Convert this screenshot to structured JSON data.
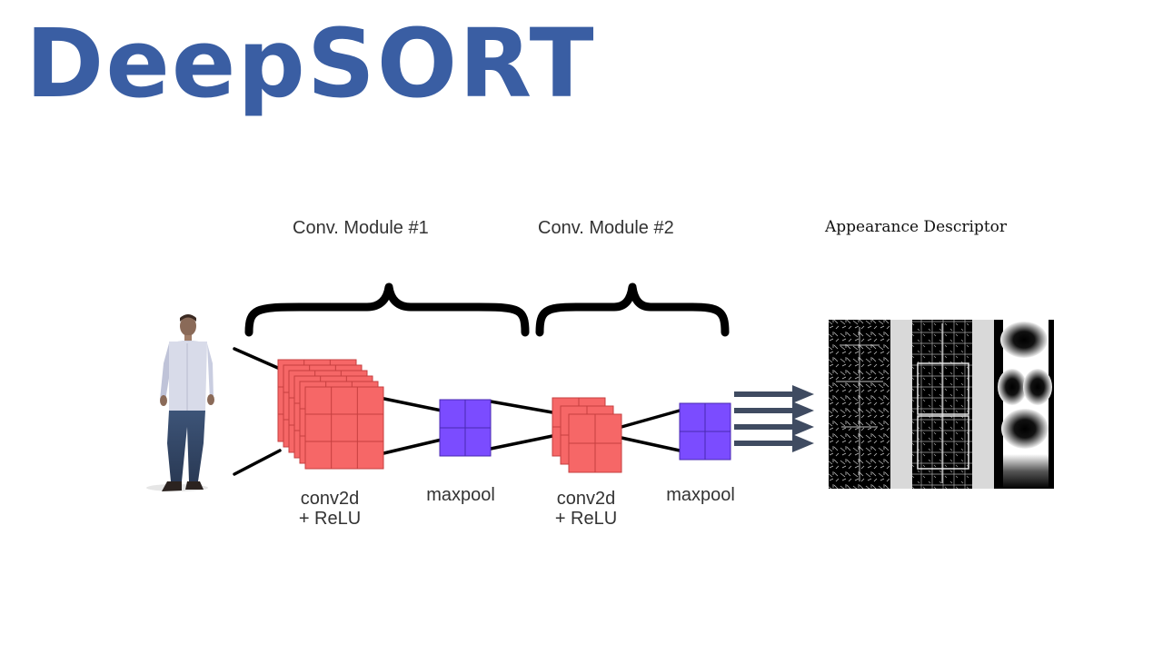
{
  "title": "DeepSORT",
  "colors": {
    "title": "#3a5ea3",
    "conv": "#f66767",
    "conv_grid": "#c63f3f",
    "pool": "#7b4cff",
    "pool_grid": "#4a2ab0",
    "arrow": "#3f4b61",
    "line": "#000000"
  },
  "modules": [
    {
      "label": "Conv. Module #1"
    },
    {
      "label": "Conv. Module #2"
    }
  ],
  "layers": [
    {
      "line1": "conv2d",
      "line2": "+ ReLU"
    },
    {
      "line1": "maxpool"
    },
    {
      "line1": "conv2d",
      "line2": "+ ReLU"
    },
    {
      "line1": "maxpool"
    }
  ],
  "output": {
    "label": "Appearance Descriptor"
  }
}
